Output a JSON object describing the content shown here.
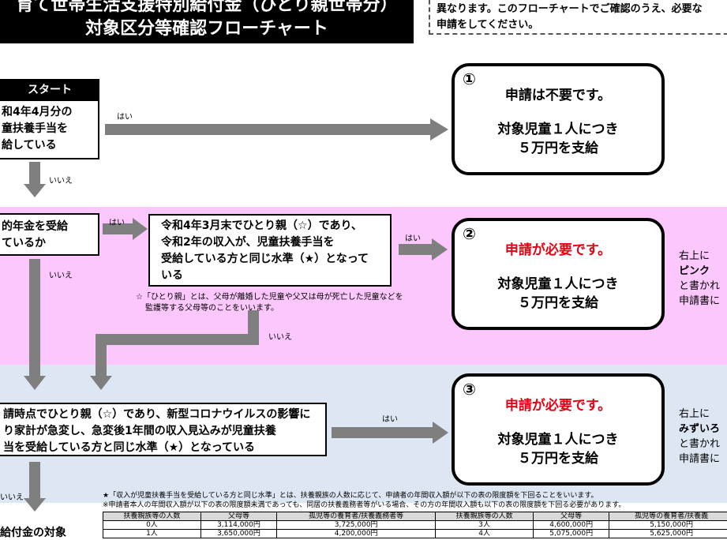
{
  "title": {
    "line1": "育て世帯生活支援特別給付金（ひとり親世帯分）",
    "line2": "対象区分等確認フローチャート"
  },
  "note": {
    "line1": "異なります。このフローチャートでご確認のうえ、必要な",
    "line2": "申請をしてください。"
  },
  "colors": {
    "pink_band": "#fcc7fc",
    "blue_band": "#dce7f3",
    "arrow_gray": "#7f7f7f",
    "red": "#e60012"
  },
  "flow": {
    "start_label": "スタート",
    "q1": [
      "和4年4月分の",
      "童扶養手当を",
      "給している"
    ],
    "q2": [
      "的年金を受給",
      "ているか"
    ],
    "q3": [
      "令和4年3月末でひとり親（☆）であり、",
      "令和2年の収入が、児童扶養手当を",
      "受給している方と同じ水準（★）となって",
      "いる"
    ],
    "q4": [
      "請時点でひとり親（☆）であり、新型コロナウイルスの影響に",
      "り家計が急変し、急変後1年間の収入見込みが児童扶養",
      "当を受給している方と同じ水準（★）となっている"
    ],
    "yes": "はい",
    "no": "いいえ",
    "hitorioya_note": [
      "☆「ひとり親」とは、父母が離婚した児童や父又は母が死亡した児童などを",
      "監護等する父母等のことをいいます。"
    ],
    "bottom_partial": "給付金の対象"
  },
  "results": [
    {
      "num": "①",
      "head": "申請は不要です。",
      "body1": "対象児童１人につき",
      "body2": "５万円を支給"
    },
    {
      "num": "②",
      "head": "申請が必要です。",
      "body1": "対象児童１人につき",
      "body2": "５万円を支給"
    },
    {
      "num": "③",
      "head": "申請が必要です。",
      "body1": "対象児童１人につき",
      "body2": "５万円を支給"
    }
  ],
  "side_notes": {
    "pink": [
      "右上に",
      "ピンク",
      "と書かれ",
      "申請書に"
    ],
    "blue": [
      "右上に",
      "みずいろ",
      "と書かれ",
      "申請書に"
    ]
  },
  "income_note": {
    "line1": "★「収入が児童扶養手当を受給している方と同じ水準」とは、扶養親族の人数に応じて、申請者の年間収入額が以下の表の限度額を下回ることをいいます。",
    "line2": "※申請者本人の年間収入額が以下の表の限度額未満であっても、同居の扶養義務者等がいる場合、その方の年間収入額も以下の表の限度額を下回る必要があります。"
  },
  "limit_table": {
    "headers": [
      "扶養親族等の人数",
      "父母等",
      "孤児等の養育者/扶養義務者等",
      "扶養親族等の人数",
      "父母等",
      "孤児等の養育者/扶養義"
    ],
    "rows": [
      [
        "0人",
        "3,114,000円",
        "3,725,000円",
        "3人",
        "4,600,000円",
        "5,150,000円"
      ],
      [
        "1人",
        "3,650,000円",
        "4,200,000円",
        "4人",
        "5,075,000円",
        "5,625,000円"
      ]
    ]
  }
}
